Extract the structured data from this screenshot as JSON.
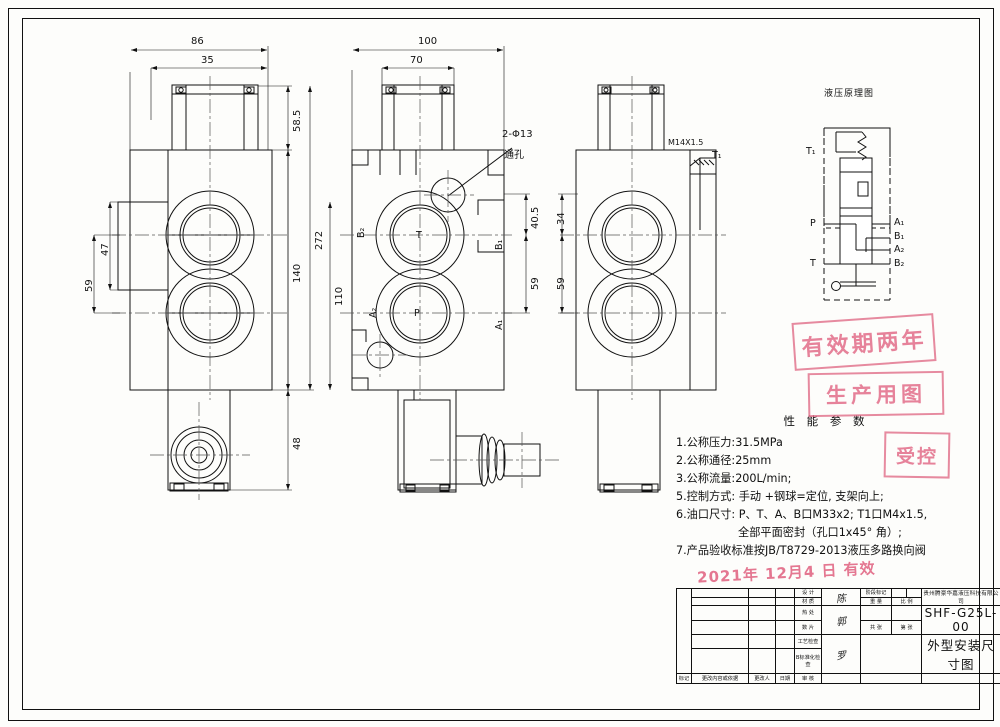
{
  "drawing": {
    "number": "SHF-G25L-00",
    "title": "外型安装尺寸图",
    "company": "贵州腾豪华嘉液压科技有限公司"
  },
  "schematic": {
    "label": "液压原理图",
    "ports": {
      "t1": "T₁",
      "p": "P",
      "t": "T",
      "a1": "A₁",
      "b1": "B₁",
      "a2": "A₂",
      "b2": "B₂"
    }
  },
  "views": {
    "front": {
      "dims": {
        "width": "86",
        "top_width": "35",
        "head_h": "58.5",
        "d47": "47",
        "d59": "59",
        "d140": "140",
        "d272": "272",
        "d48": "48"
      }
    },
    "side": {
      "dims": {
        "width": "100",
        "top_width": "70",
        "d40_5": "40.5",
        "d59": "59",
        "d110": "110"
      },
      "callout_hole": "2-Φ13",
      "callout_hole2": "通孔",
      "ports": {
        "t": "T",
        "p": "P",
        "a1": "A₁",
        "b1": "B₁",
        "a2": "A₂",
        "b2": "B₂"
      }
    },
    "rear": {
      "dims": {
        "d34": "34",
        "d59": "59"
      },
      "thread": "M14X1.5",
      "ports": {
        "t1": "T₁"
      }
    }
  },
  "notes": {
    "heading": "性 能 参 数",
    "lines": [
      "1.公称压力:31.5MPa",
      "2.公称通径:25mm",
      "3.公称流量:200L/min;",
      "5.控制方式: 手动 +钢球=定位,  支架向上;",
      "6.油口尺寸: P、T、A、B口M33x2; T1口M4x1.5,"
    ],
    "indented": "全部平面密封（孔口1x45° 角）;",
    "last": "7.产品验收标准按JB/T8729-2013液压多路换向阀"
  },
  "stamps": {
    "valid_years": "有效期两年",
    "production": "生产用图",
    "controlled": "受控",
    "date_hand": "2021年 12月4 日 有效"
  },
  "title_block": {
    "col_headers": [
      "标记",
      "更改内容或依据",
      "更改人",
      "日期",
      "审 核"
    ],
    "rows_left_labels": [
      "设 计",
      "材 质",
      "热 处",
      "数 片",
      "工艺检查",
      "B标准化检查"
    ],
    "right_labels": [
      "阶段标记",
      "重 量",
      "比 例",
      "共 张",
      "第 张"
    ],
    "signatures": [
      "陈",
      "郭",
      "罗"
    ]
  }
}
